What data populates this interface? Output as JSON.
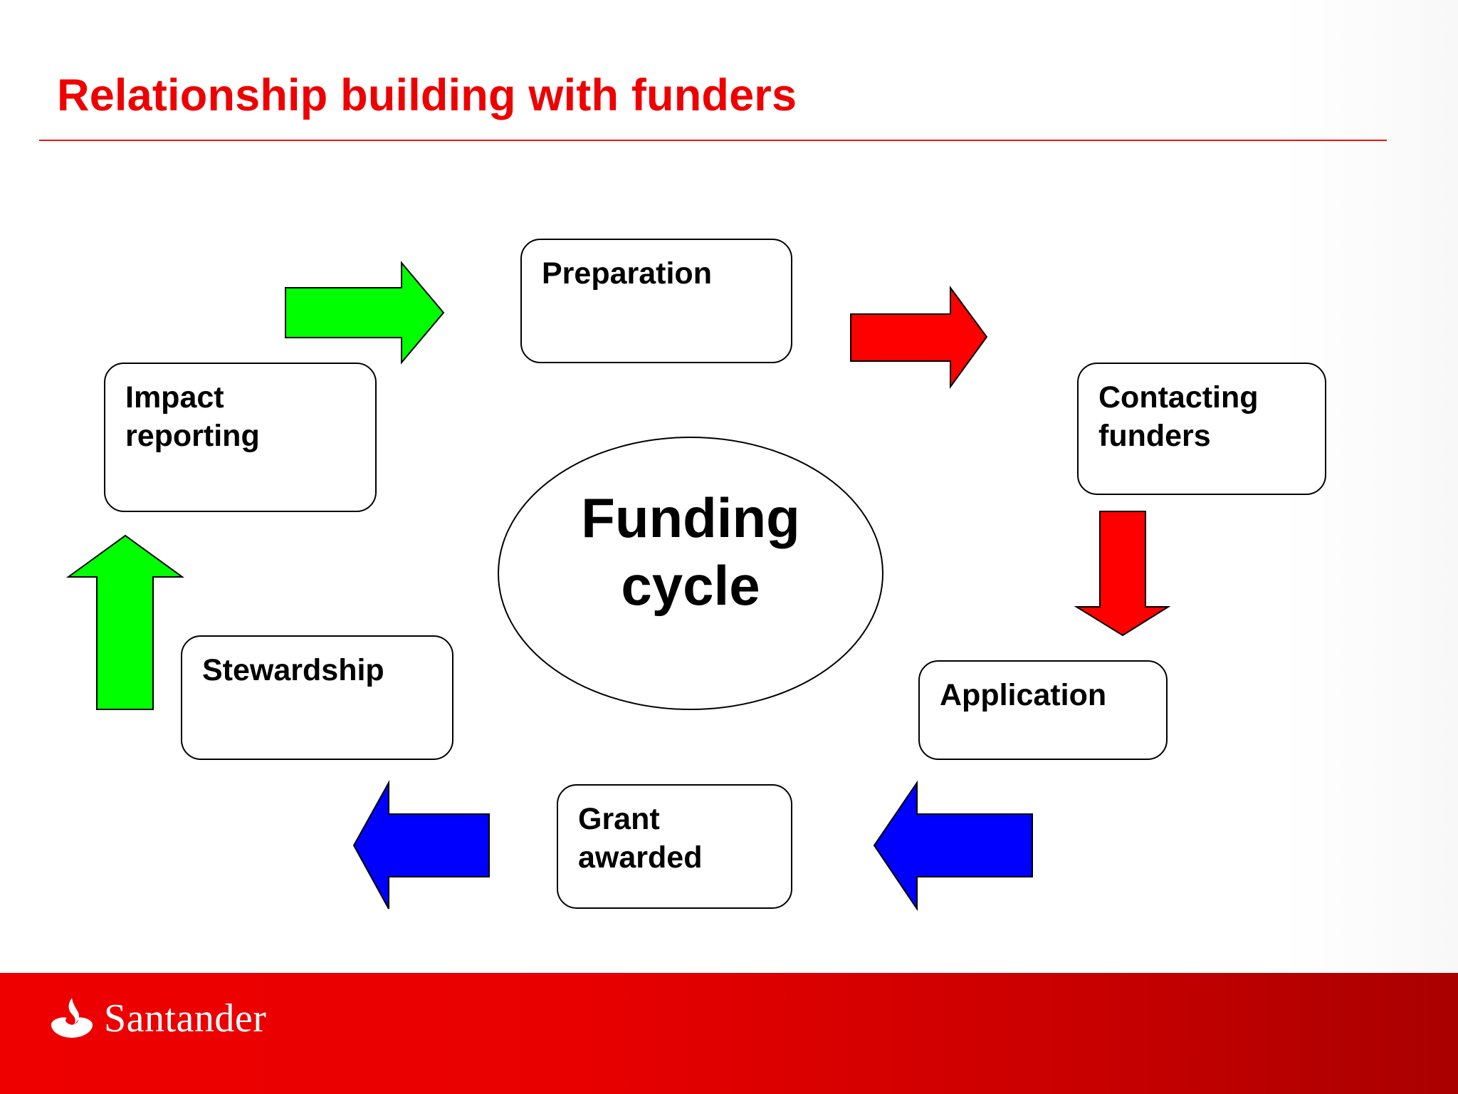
{
  "slide": {
    "title": "Relationship building with funders"
  },
  "diagram": {
    "center": "Funding\ncycle",
    "steps": [
      "Preparation",
      "Contacting\nfunders",
      "Application",
      "Grant\nawarded",
      "Stewardship",
      "Impact\nreporting"
    ],
    "arrows": [
      {
        "direction": "right",
        "color": "#ff0000"
      },
      {
        "direction": "down",
        "color": "#ff0000"
      },
      {
        "direction": "left",
        "color": "#0000ff"
      },
      {
        "direction": "left",
        "color": "#0000ff"
      },
      {
        "direction": "up",
        "color": "#00ff00"
      },
      {
        "direction": "right",
        "color": "#00ff00"
      }
    ]
  },
  "footer": {
    "brand": "Santander",
    "logo_icon": "flame-icon",
    "brand_color": "#ee0000"
  }
}
